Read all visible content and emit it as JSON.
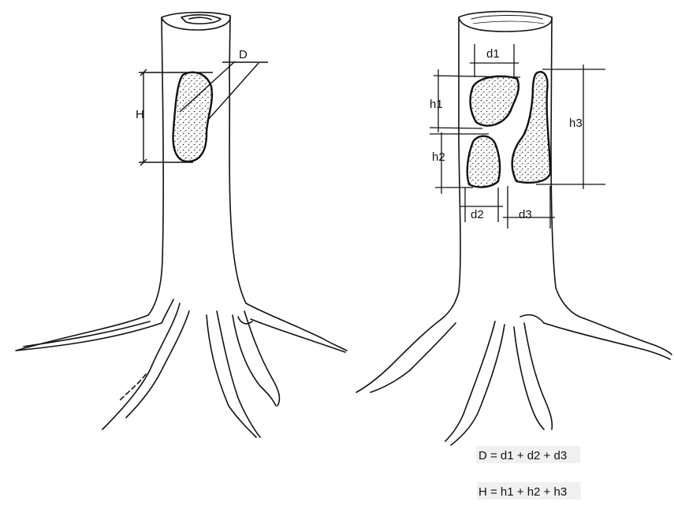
{
  "colors": {
    "ink": "#111111",
    "stipple": "#222222",
    "background": "#ffffff",
    "formula_background": "#f0f0f0"
  },
  "left_tree": {
    "label_diameter": "D",
    "label_height": "H"
  },
  "right_tree": {
    "labels": {
      "d1": "d1",
      "d2": "d2",
      "d3": "d3",
      "h1": "h1",
      "h2": "h2",
      "h3": "h3"
    },
    "formula_d": "D = d1 + d2 + d3",
    "formula_h": "H = h1 + h2 + h3"
  }
}
